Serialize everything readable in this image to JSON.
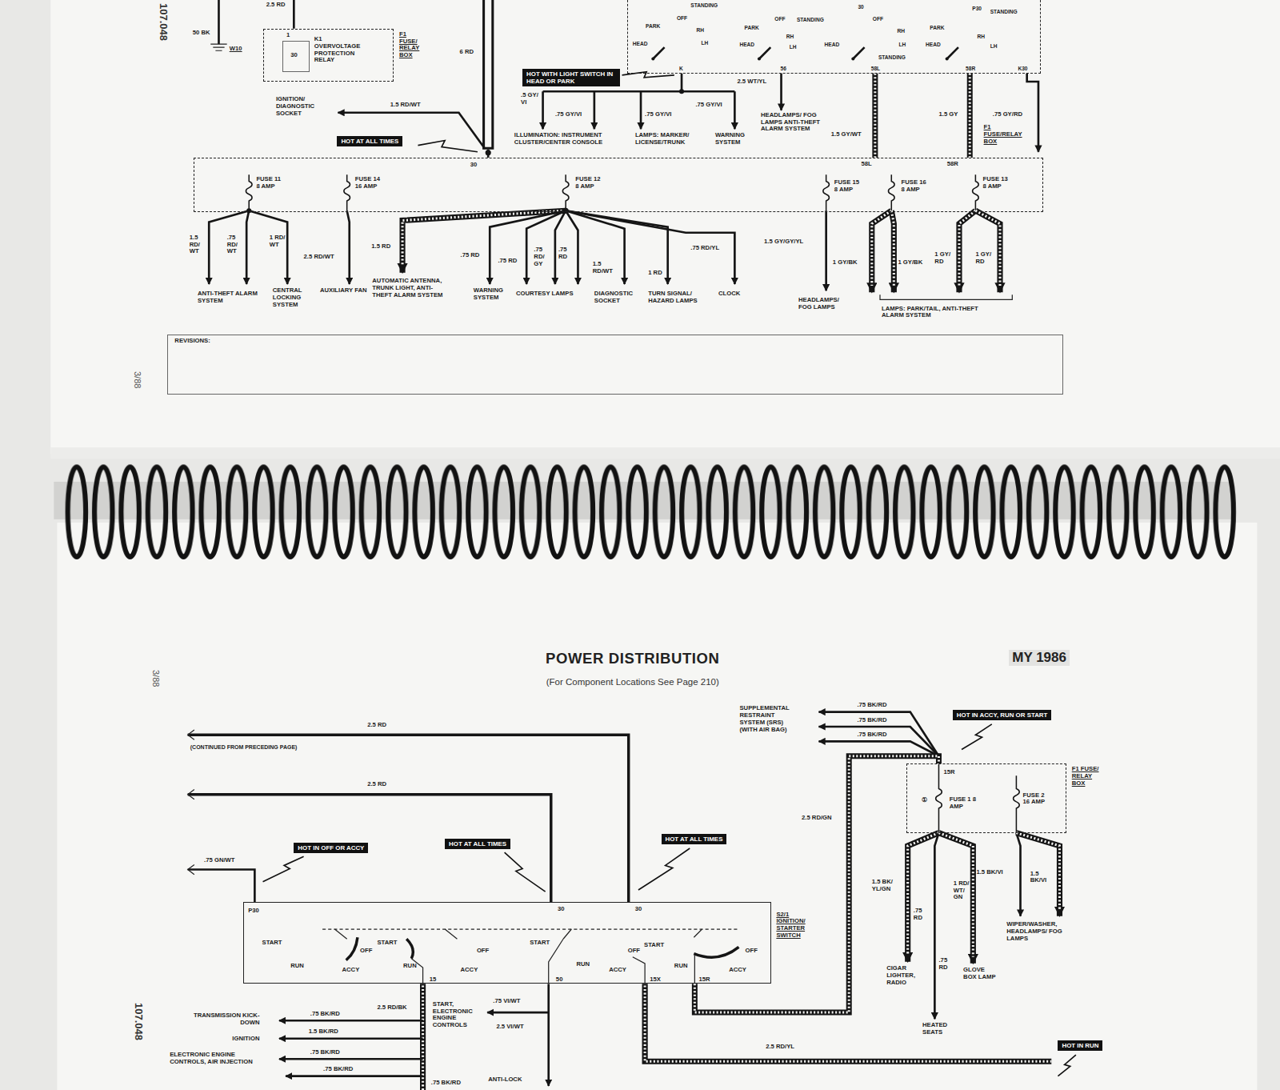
{
  "diagram": {
    "title": "POWER DISTRIBUTION",
    "caption": "(For Component Locations See Page 210)",
    "nodes": [
      {
        "text": [
          "STANDING",
          "PARK",
          "OFF",
          "RH",
          "LH",
          "HEAD",
          "PARK",
          "OFF",
          "STANDING",
          "RH",
          "LH",
          "HEAD",
          "30",
          "OFF",
          "RH",
          "LH",
          "HEAD",
          "STANDING",
          "PARK",
          "HEAD",
          "P30",
          "STANDING",
          "RH",
          "LH",
          "K",
          "56",
          "58L",
          "58R",
          "K30"
        ]
      },
      {
        "text": [
          "K1 OVERVOLTAGE PROTECTION RELAY",
          "F1 FUSE/ RELAY BOX"
        ]
      },
      {
        "text": [
          "1",
          "30"
        ],
        "in": 1
      },
      {
        "text": [
          "HOT WITH LIGHT SWITCH IN HEAD OR PARK"
        ]
      },
      {
        "text": [
          "HOT AT ALL TIMES"
        ]
      },
      {
        "text": [
          "30",
          "FUSE 11 8 AMP",
          "FUSE 14 16 AMP",
          "FUSE 12 8 AMP",
          "58L",
          "FUSE 15 8 AMP",
          "FUSE 16 8 AMP",
          "58R",
          "FUSE 13 8 AMP"
        ]
      },
      {
        "text": [
          "REVISIONS:"
        ]
      },
      {
        "text": [
          "HOT IN ACCY, RUN OR START"
        ]
      },
      {
        "text": [
          "15R",
          "①",
          "FUSE 1 8 AMP",
          "FUSE 2 16 AMP",
          "F1 FUSE/ RELAY BOX"
        ]
      },
      {
        "text": [
          "HOT IN OFF OR ACCY"
        ]
      },
      {
        "text": [
          "HOT AT ALL TIMES"
        ]
      },
      {
        "text": [
          "HOT AT ALL TIMES"
        ]
      },
      {
        "text": [
          "P30",
          "30",
          "30",
          "START",
          "RUN",
          "OFF",
          "ACCY",
          "START",
          "RUN",
          "ACCY",
          "OFF",
          "START",
          "RUN",
          "ACCY",
          "OFF",
          "START",
          "RUN",
          "ACCY",
          "OFF",
          "15",
          "50",
          "15X",
          "15R",
          "S2/1 IGNITION/ STARTER SWITCH"
        ]
      },
      {
        "text": [
          "HOT IN RUN"
        ]
      }
    ],
    "edges": [
      {
        "from": 0,
        "to": 5,
        "label": "1.5 GY/WT",
        "arrow": "none"
      },
      {
        "from": 0,
        "to": 5,
        "label": "1.5 GY",
        "arrow": "none"
      },
      {
        "from": 12,
        "to": 8,
        "label": "2.5 RD/GN",
        "arrow": "none"
      }
    ],
    "labels": [
      "107.048",
      "2.5 RD",
      "50 BK",
      "W10",
      "6 RD",
      "IGNITION/ DIAGNOSTIC SOCKET",
      "1.5 RD/WT",
      ".5 GY/ VI",
      ".75 GY/VI",
      ".75 GY/VI",
      ".75 GY/VI",
      "2.5 WT/YL",
      ".75 GY/RD",
      "F1 FUSE/RELAY BOX",
      "ILLUMINATION: INSTRUMENT CLUSTER/CENTER CONSOLE",
      "LAMPS: MARKER/ LICENSE/TRUNK",
      "WARNING SYSTEM",
      "HEADLAMPS/ FOG LAMPS ANTI-THEFT ALARM SYSTEM",
      "1.5 RD/ WT",
      ".75 RD/ WT",
      "1 RD/ WT",
      "2.5 RD/WT",
      "1.5 RD",
      ".75 RD",
      ".75 RD",
      ".75 RD/ GY",
      ".75 RD",
      "1.5 RD/WT",
      "1 RD",
      ".75 RD/YL",
      "1.5 GY/GY/YL",
      "1 GY/BK",
      "1 GY/BK",
      "1 GY/ RD",
      "1 GY/ RD",
      "ANTI-THEFT ALARM SYSTEM",
      "CENTRAL LOCKING SYSTEM",
      "AUXILIARY FAN",
      "AUTOMATIC ANTENNA, TRUNK LIGHT, ANTI-THEFT ALARM SYSTEM",
      "WARNING SYSTEM",
      "COURTESY LAMPS",
      "DIAGNOSTIC SOCKET",
      "TURN SIGNAL/ HAZARD LAMPS",
      "CLOCK",
      "HEADLAMPS/ FOG LAMPS",
      "LAMPS: PARK/TAIL, ANTI-THEFT ALARM SYSTEM",
      "3/88",
      "3/88",
      "MY 1986",
      "2.5 RD",
      "(CONTINUED FROM PRECEDING PAGE)",
      "SUPPLEMENTAL RESTRAINT SYSTEM (SRS) (WITH AIR BAG)",
      ".75 BK/RD",
      ".75 BK/RD",
      ".75 BK/RD",
      "2.5 RD",
      ".75 GN/WT",
      "1.5 BK/ YL/GN",
      ".75 RD",
      "1 RD/ WT/ GN",
      "1.5 BK/VI",
      "1.5 BK/VI",
      ".75 RD",
      "CIGAR LIGHTER, RADIO",
      "GLOVE BOX LAMP",
      "WIPER/WASHER, HEADLAMPS/ FOG LAMPS",
      "HEATED SEATS",
      "107.048",
      "TRANSMISSION KICK-DOWN",
      ".75 BK/RD",
      "2.5 RD/BK",
      "START, ELECTRONIC ENGINE CONTROLS",
      ".75 VI/WT",
      "2.5 VI/WT",
      "1.5 BK/RD",
      "IGNITION",
      ".75 BK/RD",
      "ELECTRONIC ENGINE CONTROLS, AIR INJECTION",
      ".75 BK/RD",
      "2.5 RD/YL",
      ".75 BK/RD",
      "ANTI-LOCK"
    ]
  }
}
